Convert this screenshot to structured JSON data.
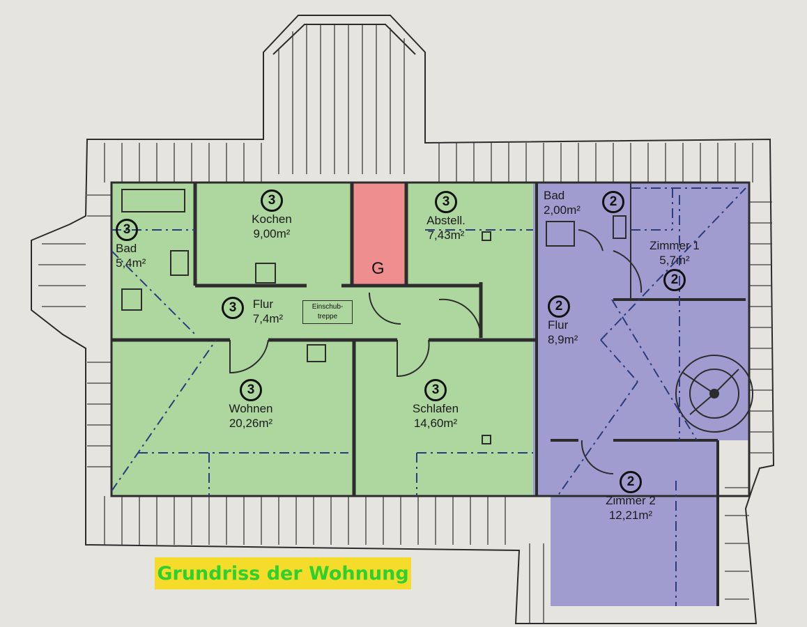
{
  "title": "Grundriss der Wohnung",
  "colors": {
    "apartment_3": "#a9d69a",
    "apartment_2": "#9d98cf",
    "stair_g": "#ef8e8e",
    "title_bg": "#f6dc2a",
    "title_text": "#2fcf2f",
    "paper": "#e6e4df"
  },
  "rooms": {
    "kochen": {
      "unit": "3",
      "name": "Kochen",
      "area": "9,00m²"
    },
    "abstell": {
      "unit": "3",
      "name": "Abstell.",
      "area": "7,43m²"
    },
    "bad3": {
      "unit": "3",
      "name": "Bad",
      "area": "5,4m²"
    },
    "flur3": {
      "unit": "3",
      "name": "Flur",
      "area": "7,4m²"
    },
    "wohnen": {
      "unit": "3",
      "name": "Wohnen",
      "area": "20,26m²"
    },
    "schlafen": {
      "unit": "3",
      "name": "Schlafen",
      "area": "14,60m²"
    },
    "bad2": {
      "unit": "2",
      "name": "Bad",
      "area": "2,00m²"
    },
    "zimmer1": {
      "unit": "2",
      "name": "Zimmer 1",
      "area": "5,7m²"
    },
    "flur2": {
      "unit": "2",
      "name": "Flur",
      "area": "8,9m²"
    },
    "zimmer2": {
      "unit": "2",
      "name": "Zimmer 2",
      "area": "12,21m²"
    }
  },
  "stair_label": "G",
  "einschub": {
    "line1": "Einschub-",
    "line2": "treppe"
  }
}
